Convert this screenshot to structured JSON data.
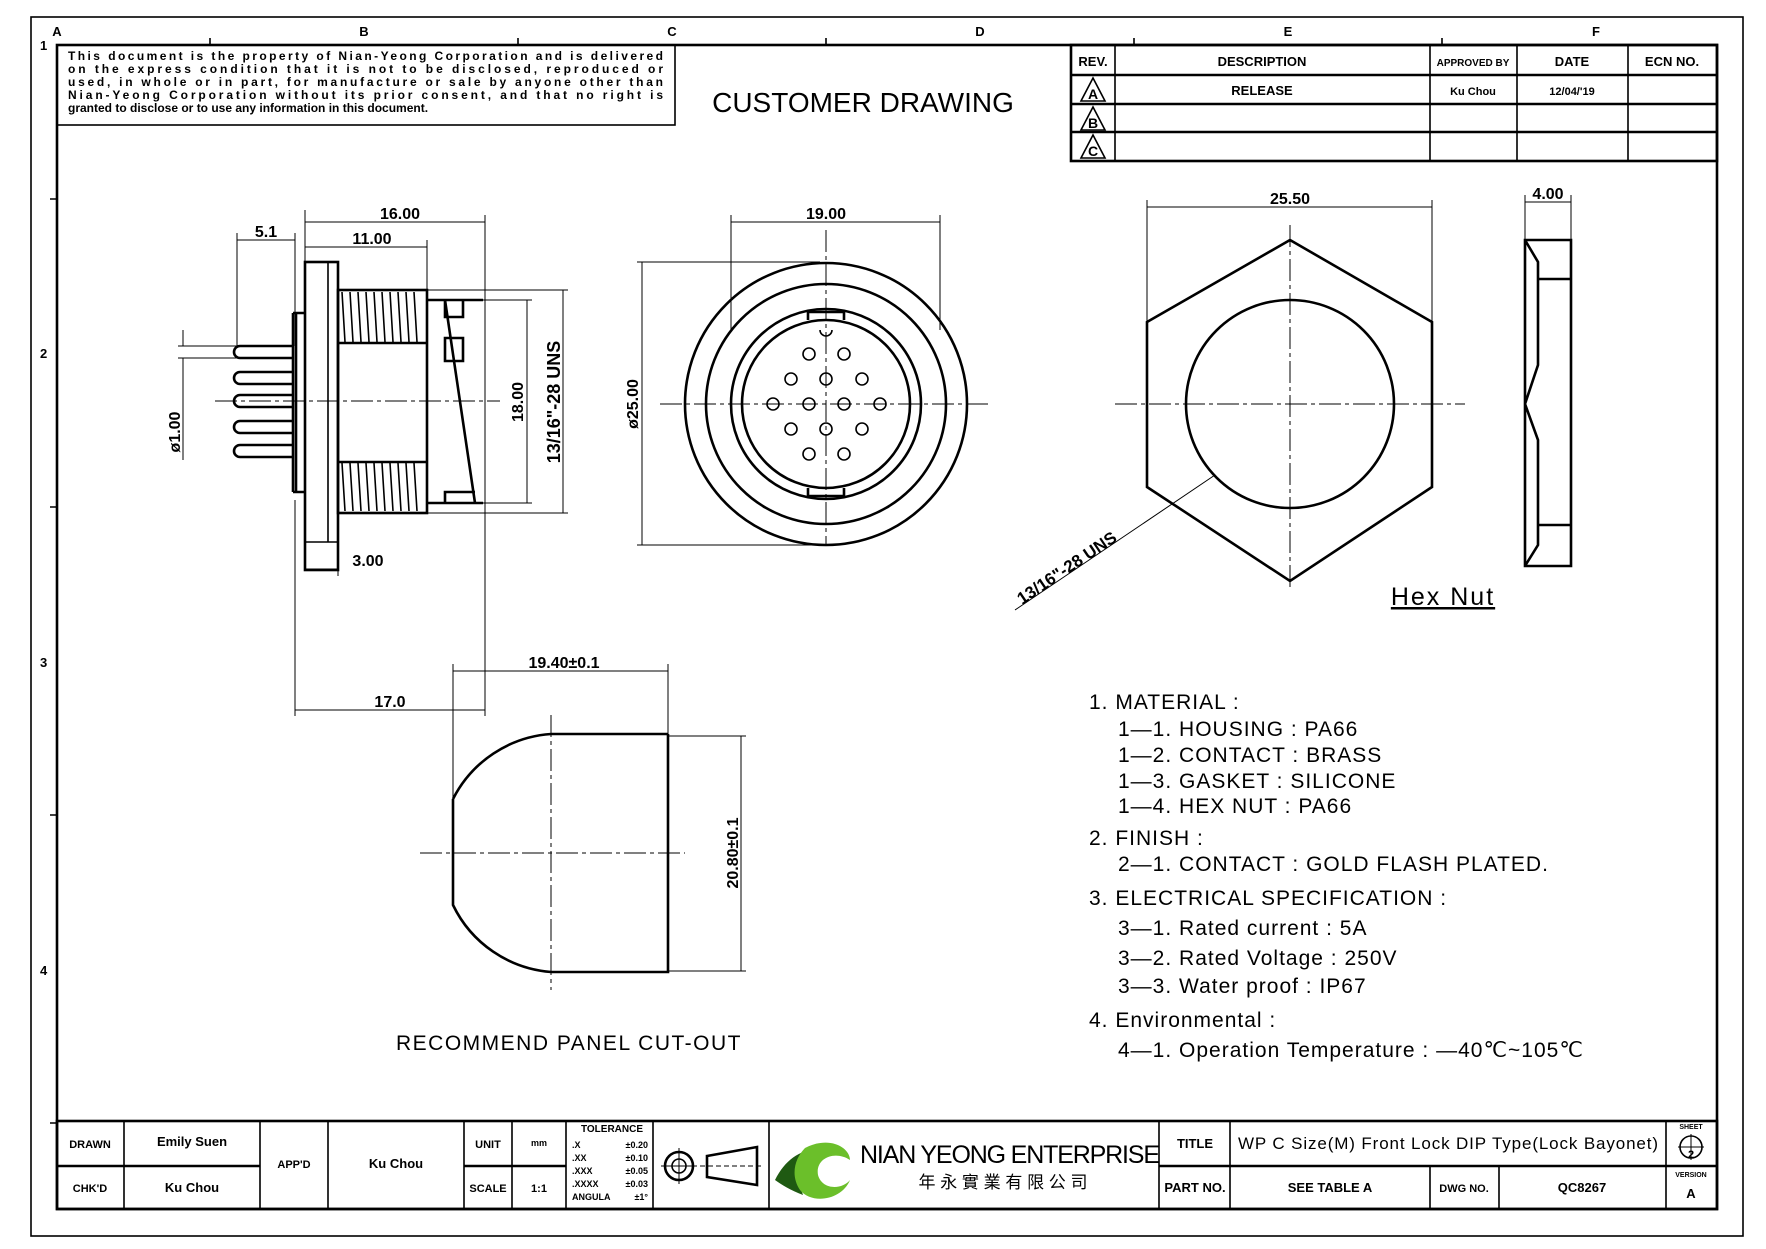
{
  "zones": {
    "columns": [
      "A",
      "B",
      "C",
      "D",
      "E",
      "F"
    ],
    "rows": [
      "1",
      "2",
      "3",
      "4"
    ]
  },
  "disclaimer": [
    "This document is the property of Nian-Yeong Corporation and is delivered",
    "on  the  express condition that it is not to be disclosed, reproduced or",
    "used, in whole or in part, for manufacture or sale by anyone other than",
    "Nian-Yeong Corporation without  its prior consent, and that  no right  is",
    "granted to disclose or to use any information in this  document."
  ],
  "heading": "CUSTOMER DRAWING",
  "revision_table": {
    "headers": [
      "REV.",
      "DESCRIPTION",
      "APPROVED BY",
      "DATE",
      "ECN NO."
    ],
    "rows": [
      {
        "rev": "A",
        "description": "RELEASE",
        "approved_by": "Ku Chou",
        "date": "12/04/'19",
        "ecn": ""
      },
      {
        "rev": "B",
        "description": "",
        "approved_by": "",
        "date": "",
        "ecn": ""
      },
      {
        "rev": "C",
        "description": "",
        "approved_by": "",
        "date": "",
        "ecn": ""
      }
    ]
  },
  "side_view": {
    "dims": {
      "overall": "16.00",
      "thread_len": "11.00",
      "pin_len": "5.1",
      "total": "17.0",
      "flange": "3.00",
      "inner": "18.00",
      "thread": "13/16\"-28 UNS",
      "pin_dia": "ø1.00"
    }
  },
  "front_view": {
    "dims": {
      "inner": "19.00",
      "outer": "ø25.00"
    }
  },
  "hex_nut": {
    "label": "Hex Nut",
    "dims": {
      "width": "25.50",
      "thickness": "4.00",
      "thread": "13/16\"-28 UNS"
    }
  },
  "cutout": {
    "label": "RECOMMEND PANEL CUT-OUT",
    "dims": {
      "width": "19.40±0.1",
      "height": "20.80±0.1"
    }
  },
  "notes": [
    {
      "text": "1.  MATERIAL  :",
      "indent": false
    },
    {
      "text": "1—1.  HOUSING  :  PA66",
      "indent": true
    },
    {
      "text": "1—2.  CONTACT  :  BRASS",
      "indent": true
    },
    {
      "text": "1—3.  GASKET  :  SILICONE",
      "indent": true
    },
    {
      "text": "1—4.  HEX  NUT  :  PA66",
      "indent": true
    },
    {
      "text": "2.  FINISH  :",
      "indent": false
    },
    {
      "text": "2—1.  CONTACT  :  GOLD  FLASH  PLATED.",
      "indent": true
    },
    {
      "text": "3.  ELECTRICAL  SPECIFICATION  :",
      "indent": false
    },
    {
      "text": "3—1.  Rated  current  :  5A",
      "indent": true
    },
    {
      "text": "3—2.  Rated  Voltage  :  250V",
      "indent": true
    },
    {
      "text": "3—3.  Water  proof  :  IP67",
      "indent": true
    },
    {
      "text": "4.  Environmental  :",
      "indent": false
    },
    {
      "text": "4—1.  Operation  Temperature  :  —40℃~105℃",
      "indent": true
    }
  ],
  "title_block": {
    "drawn_label": "DRAWN",
    "drawn": "Emily Suen",
    "chkd_label": "CHK'D",
    "chkd": "Ku Chou",
    "appd_label": "APP'D",
    "appd": "Ku Chou",
    "unit_label": "UNIT",
    "unit": "mm",
    "scale_label": "SCALE",
    "scale": "1:1",
    "tolerance_label": "TOLERANCE",
    "tolerances": [
      {
        "k": ".X",
        "v": "±0.20"
      },
      {
        "k": ".XX",
        "v": "±0.10"
      },
      {
        "k": ".XXX",
        "v": "±0.05"
      },
      {
        "k": ".XXXX",
        "v": "±0.03"
      },
      {
        "k": "ANGULA",
        "v": "±1°"
      }
    ],
    "company": "NIAN YEONG ENTERPRISE",
    "company_cn": "年 永 實 業 有 限 公 司",
    "title_label": "TITLE",
    "title": "WP C Size(M) Front Lock DIP Type(Lock Bayonet)",
    "sheet_label": "SHEET",
    "sheet": "2",
    "part_label": "PART NO.",
    "part": "SEE TABLE A",
    "dwg_label": "DWG NO.",
    "dwg": "QC8267",
    "version_label": "VERSION",
    "version": "A"
  },
  "colors": {
    "logo_dark": "#1f5a12",
    "logo_light": "#6bbf2a"
  }
}
